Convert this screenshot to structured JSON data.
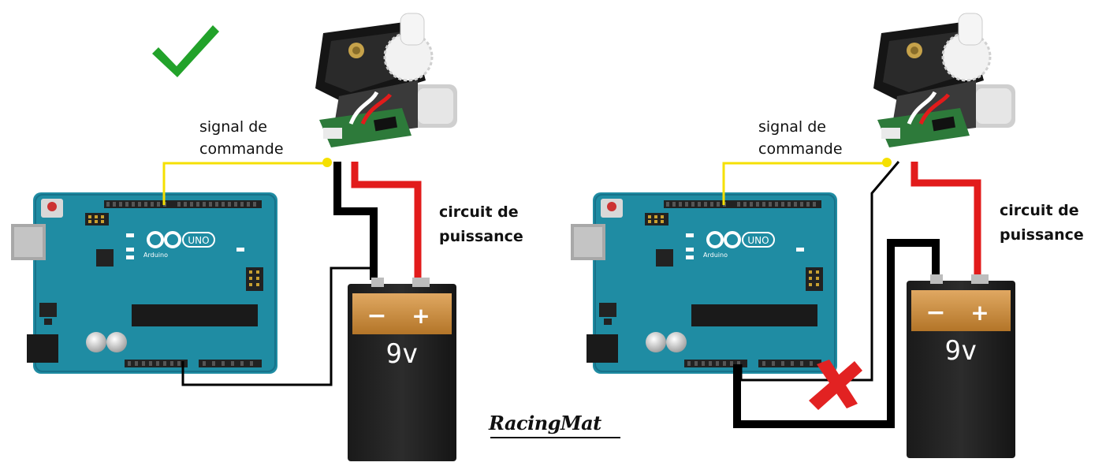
{
  "left_panel": {
    "signal_label": "signal de\ncommande",
    "power_label": "circuit de\npuissance",
    "status": "correct",
    "battery": {
      "voltage": "9v",
      "minus": "−",
      "plus": "+"
    },
    "board": {
      "brand": "Arduino",
      "model": "UNO"
    }
  },
  "right_panel": {
    "signal_label": "signal de\ncommande",
    "power_label": "circuit de\npuissance",
    "status": "incorrect",
    "battery": {
      "voltage": "9v",
      "minus": "−",
      "plus": "+"
    },
    "board": {
      "brand": "Arduino",
      "model": "UNO"
    }
  },
  "logo": {
    "text": "RacingMat"
  },
  "colors": {
    "board": "#1f8ca3",
    "board_dark": "#17728a",
    "signal_wire": "#f5e000",
    "power_wire": "#e21b1b",
    "ground_wire": "#000000",
    "check": "#22a22a",
    "cross": "#e22222",
    "battery_copper": "#c98a3a",
    "battery_body": "#222222"
  },
  "icons": {
    "ok": "checkmark-icon",
    "error": "cross-icon",
    "motor": "servo-motor-icon"
  }
}
